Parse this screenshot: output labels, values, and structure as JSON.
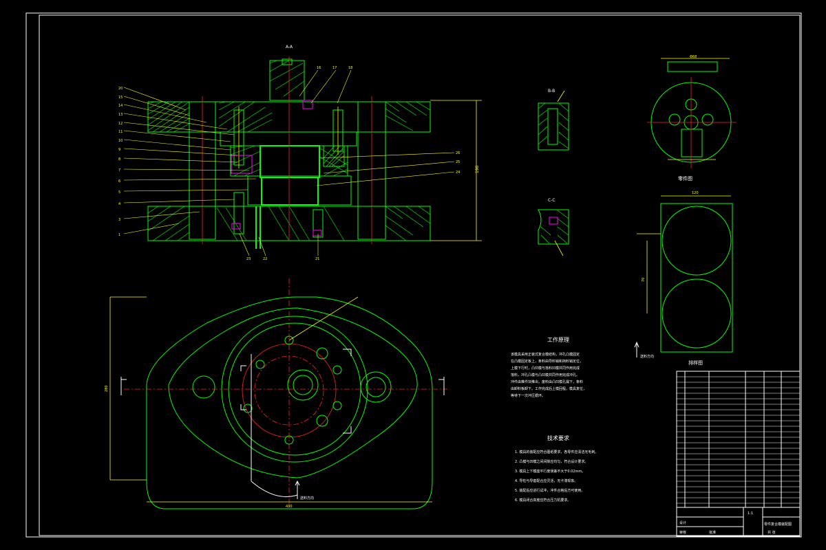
{
  "views": {
    "section_aa": "A-A",
    "section_bb": "B-B",
    "section_cc": "C-C",
    "part_drawing": "零件图",
    "layout_drawing": "排样图"
  },
  "work_process": {
    "title": "工作原理",
    "body_lines": [
      "该模具采用正装式复合模结构，冲孔凸模固定",
      "在凸模固定板上，条料由导料销和挡料销定位，",
      "上模下行时，凸凹模与落料凹模共同作用完成",
      "落料，冲孔凸模与凸凹模共同作用完成冲孔。",
      "冲件由推件块推出，废料由凸凹模孔漏下，条料",
      "由卸料板卸下。工作完成后上模回程，模具复位，",
      "等待下一次冲压循环。"
    ]
  },
  "tech_requirements": {
    "title": "技术要求",
    "items": [
      "1. 模具的装配应符合图纸要求，各零件应清洁无毛刺。",
      "2. 凸模与凹模之间间隙应均匀，符合设计要求。",
      "3. 模具上下模座平行度误差不大于0.02mm。",
      "4. 导柱与导套配合应灵活，无卡滞现象。",
      "5. 装配后应进行试冲，冲件合格后方可使用。",
      "6. 模具闭合高度应符合压力机要求。"
    ]
  },
  "title_block": {
    "drawing_title": "零件复合模装配图",
    "scale": "1:1",
    "designer_label": "设计",
    "checker_label": "审核",
    "approver_label": "批准",
    "sheet_label": "共  张"
  },
  "dimensions": {
    "part_width": "Φ68",
    "layout_width": "120",
    "layout_pitch": "70",
    "plan_width": "430",
    "plan_height": "280",
    "section_height": "190"
  },
  "feed_direction": "送料方向",
  "colors": {
    "background": "#000000",
    "outline": "#00ff00",
    "dimension": "#ffff00",
    "centerline": "#ff2020",
    "frame": "#ffffff"
  }
}
